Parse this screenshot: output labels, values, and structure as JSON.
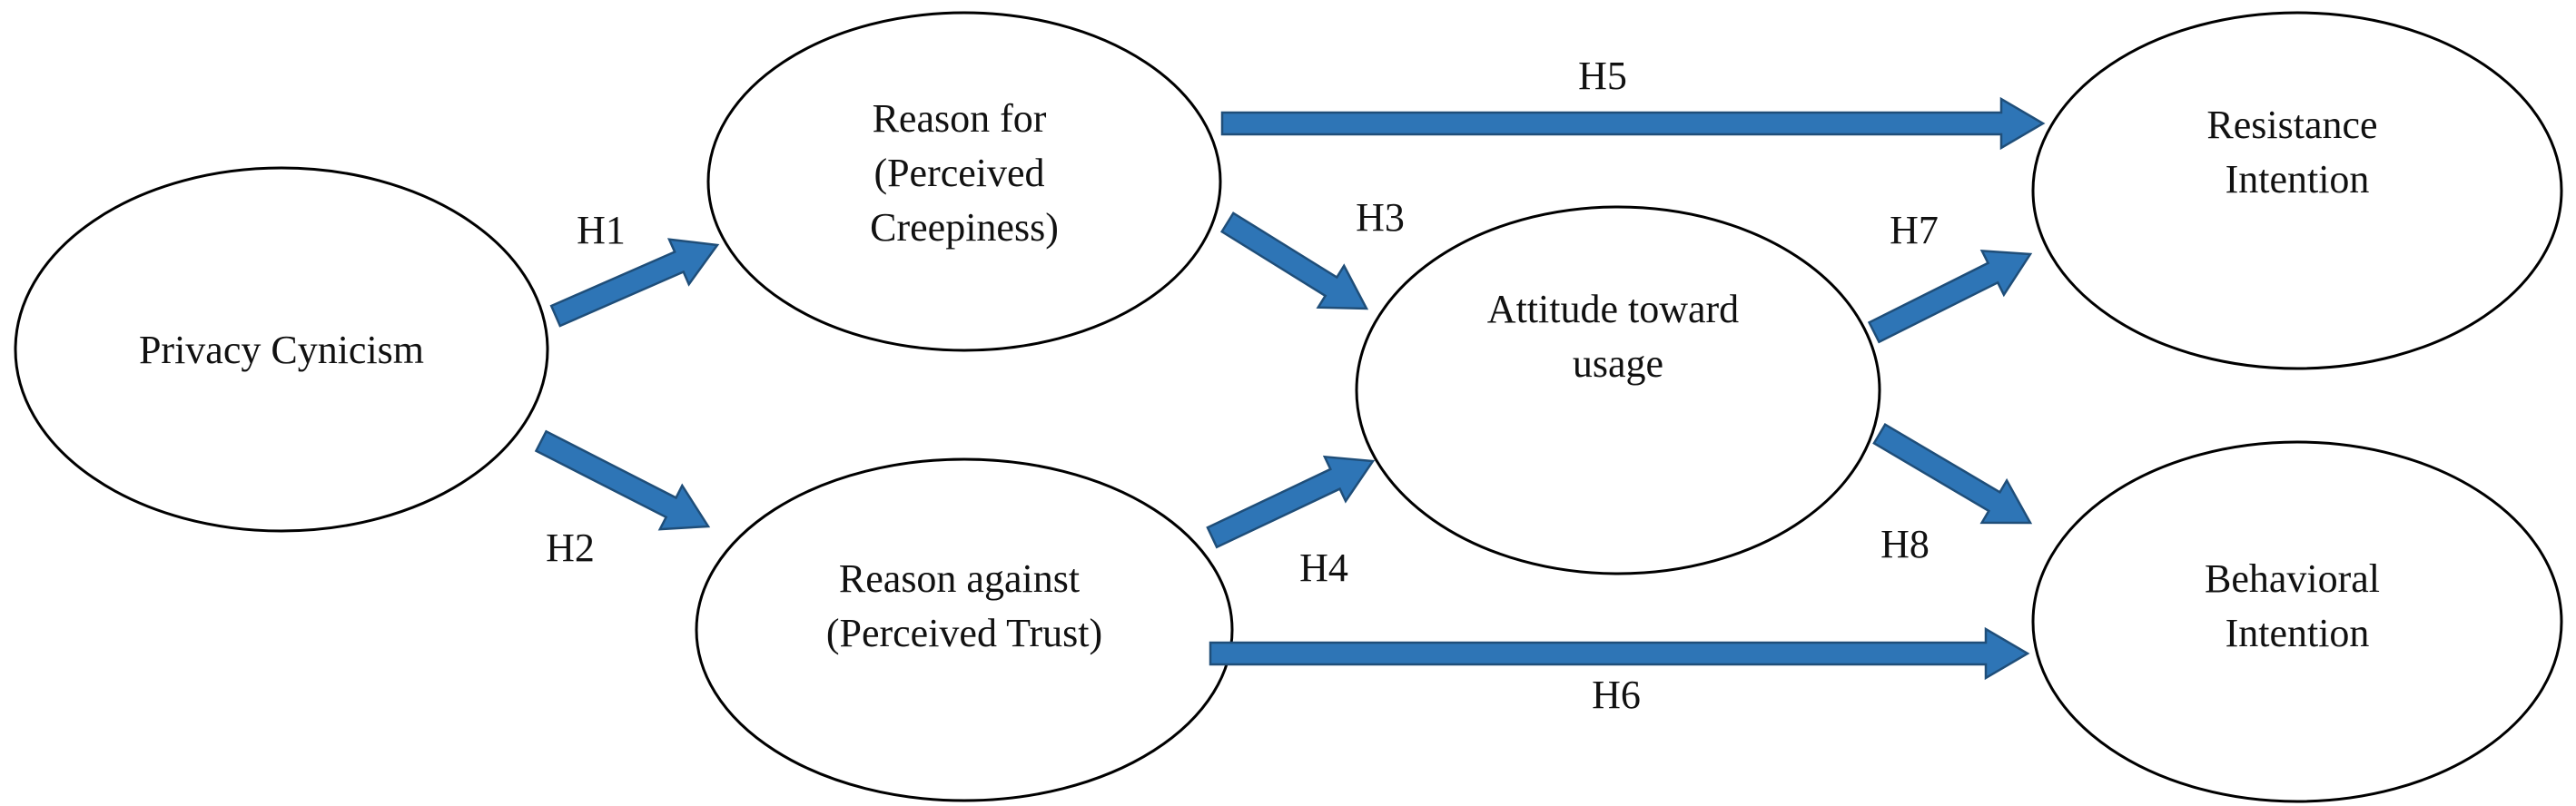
{
  "colors": {
    "arrow_fill": "#2e75b6",
    "arrow_stroke": "#1f4e79",
    "node_stroke": "#000000",
    "background": "#ffffff"
  },
  "nodes": {
    "privacy_cynicism": {
      "lines": [
        "Privacy Cynicism"
      ]
    },
    "reason_for": {
      "lines": [
        "Reason for",
        "(Perceived",
        "Creepiness)"
      ]
    },
    "reason_against": {
      "lines": [
        "Reason against",
        "(Perceived Trust)"
      ]
    },
    "attitude": {
      "lines": [
        "Attitude toward",
        "usage"
      ]
    },
    "resistance": {
      "lines": [
        "Resistance",
        "Intention"
      ]
    },
    "behavioral": {
      "lines": [
        "Behavioral",
        "Intention"
      ]
    }
  },
  "paths": {
    "h1": {
      "label": "H1",
      "from": "Privacy Cynicism",
      "to": "Reason for (Perceived Creepiness)"
    },
    "h2": {
      "label": "H2",
      "from": "Privacy Cynicism",
      "to": "Reason against (Perceived Trust)"
    },
    "h3": {
      "label": "H3",
      "from": "Reason for (Perceived Creepiness)",
      "to": "Attitude toward usage"
    },
    "h4": {
      "label": "H4",
      "from": "Reason against (Perceived Trust)",
      "to": "Attitude toward usage"
    },
    "h5": {
      "label": "H5",
      "from": "Reason for (Perceived Creepiness)",
      "to": "Resistance Intention"
    },
    "h6": {
      "label": "H6",
      "from": "Reason against (Perceived Trust)",
      "to": "Behavioral Intention"
    },
    "h7": {
      "label": "H7",
      "from": "Attitude toward usage",
      "to": "Resistance Intention"
    },
    "h8": {
      "label": "H8",
      "from": "Attitude toward usage",
      "to": "Behavioral Intention"
    }
  }
}
